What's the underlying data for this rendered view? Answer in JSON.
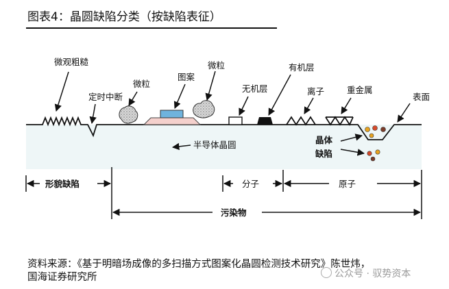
{
  "figure": {
    "title": "图表4：晶圆缺陷分类（按缺陷表征）"
  },
  "diagram": {
    "labels": {
      "roughness": "微观粗糙",
      "intermittent": "定时中断",
      "particle_left": "微粒",
      "pattern": "图案",
      "particle_right": "微粒",
      "inorganic": "无机层",
      "organic": "有机层",
      "ions": "离子",
      "heavy_metal": "重金属",
      "surface": "表面",
      "wafer": "半导体晶圆",
      "crystal_defect_1": "晶体",
      "crystal_defect_2": "缺陷",
      "morph_defect": "形貌缺陷",
      "molecule": "分子",
      "atom": "原子",
      "contaminant": "污染物"
    }
  },
  "source": {
    "line1": "资料来源：《基于明暗场成像的多扫描方式图案化晶圆检测技术研究》陈世炜，",
    "line2": "国海证券研究所"
  },
  "watermark": {
    "text": "公众号 · 驭势资本"
  }
}
